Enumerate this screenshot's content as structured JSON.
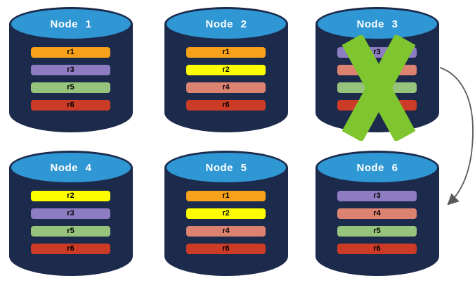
{
  "palette": {
    "background": "#FFFFFF",
    "cylinder_body": "#1C2A4C",
    "cylinder_top": "#2F97D4",
    "node_title_color": "#FFFFFF",
    "bar_label_color": "#000000",
    "failure_x_color": "#7FC52F",
    "arrow_color": "#595959"
  },
  "replica_colors": {
    "r1": "#F7A11A",
    "r2": "#FDFD00",
    "r3": "#8E7CC3",
    "r4": "#DC8271",
    "r5": "#97C47D",
    "r6": "#CC3B26"
  },
  "nodes": [
    {
      "title": "Node 1",
      "failed": false,
      "replicas": [
        "r1",
        "r3",
        "r5",
        "r6"
      ]
    },
    {
      "title": "Node 2",
      "failed": false,
      "replicas": [
        "r1",
        "r2",
        "r4",
        "r6"
      ]
    },
    {
      "title": "Node 3",
      "failed": true,
      "replicas": [
        "r3",
        "r4",
        "r5",
        "r6"
      ]
    },
    {
      "title": "Node 4",
      "failed": false,
      "replicas": [
        "r2",
        "r3",
        "r5",
        "r6"
      ]
    },
    {
      "title": "Node 5",
      "failed": false,
      "replicas": [
        "r1",
        "r2",
        "r4",
        "r6"
      ]
    },
    {
      "title": "Node 6",
      "failed": false,
      "replicas": [
        "r3",
        "r4",
        "r5",
        "r6"
      ]
    }
  ],
  "arrow": {
    "from": "Node 3",
    "to": "Node 6"
  }
}
